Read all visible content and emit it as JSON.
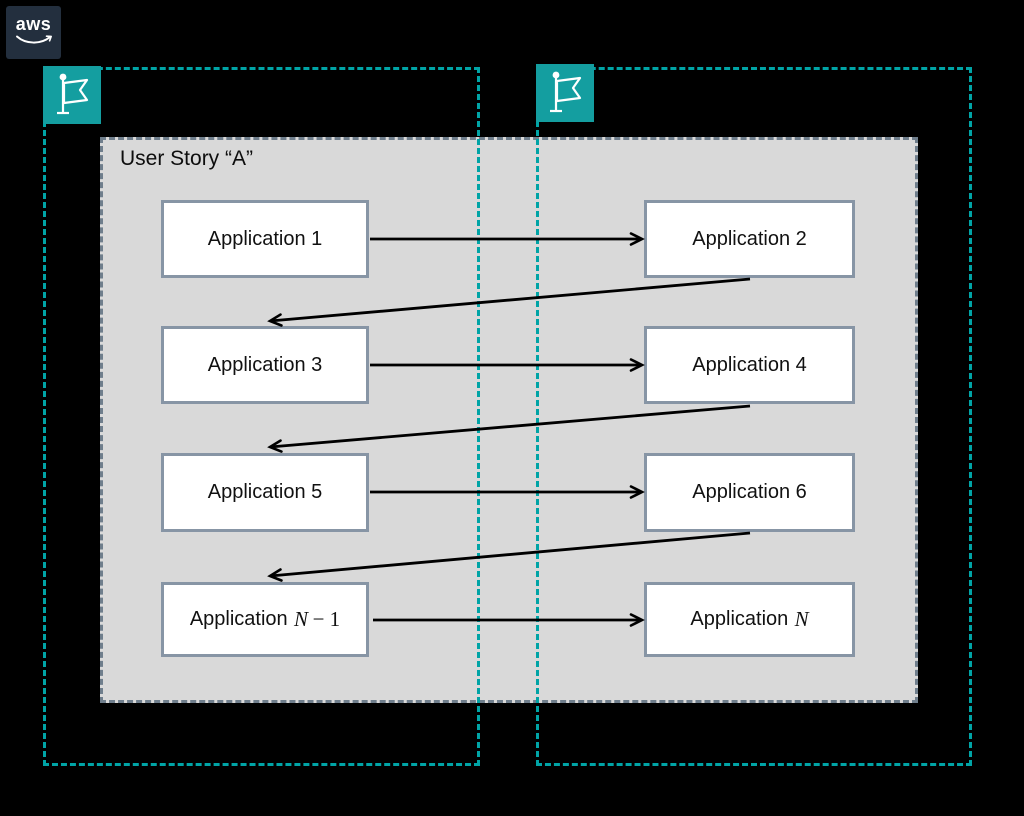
{
  "logo": {
    "text": "aws",
    "icon": "aws-smile-icon",
    "bg_color": "#232F3E"
  },
  "title": "User Story “A”",
  "icons": {
    "group_marker_left": "flag-icon",
    "group_marker_right": "flag-icon"
  },
  "colors": {
    "background": "#000000",
    "teal_border": "#00A4A6",
    "flag_badge_bg": "#149EA0",
    "story_fill": "#D9D9D9",
    "story_border": "#6F7E8C",
    "node_border": "#8795A5",
    "node_fill": "#FFFFFF",
    "arrow": "#000000"
  },
  "boxes": [
    {
      "label": "Application 1",
      "math_italic": "",
      "math_rest": ""
    },
    {
      "label": "Application 2",
      "math_italic": "",
      "math_rest": ""
    },
    {
      "label": "Application 3",
      "math_italic": "",
      "math_rest": ""
    },
    {
      "label": "Application 4",
      "math_italic": "",
      "math_rest": ""
    },
    {
      "label": "Application 5",
      "math_italic": "",
      "math_rest": ""
    },
    {
      "label": "Application 6",
      "math_italic": "",
      "math_rest": ""
    },
    {
      "label": "Application",
      "math_italic": "N",
      "math_rest": "− 1"
    },
    {
      "label": "Application",
      "math_italic": "N",
      "math_rest": ""
    }
  ],
  "connections": [
    {
      "from": "Application 1",
      "to": "Application 2",
      "type": "horizontal"
    },
    {
      "from": "Application 2",
      "to": "Application 3",
      "type": "diagonal"
    },
    {
      "from": "Application 3",
      "to": "Application 4",
      "type": "horizontal"
    },
    {
      "from": "Application 4",
      "to": "Application 5",
      "type": "diagonal"
    },
    {
      "from": "Application 5",
      "to": "Application 6",
      "type": "horizontal"
    },
    {
      "from": "Application 6",
      "to": "Application N − 1",
      "type": "diagonal"
    },
    {
      "from": "Application N − 1",
      "to": "Application N",
      "type": "horizontal"
    }
  ]
}
